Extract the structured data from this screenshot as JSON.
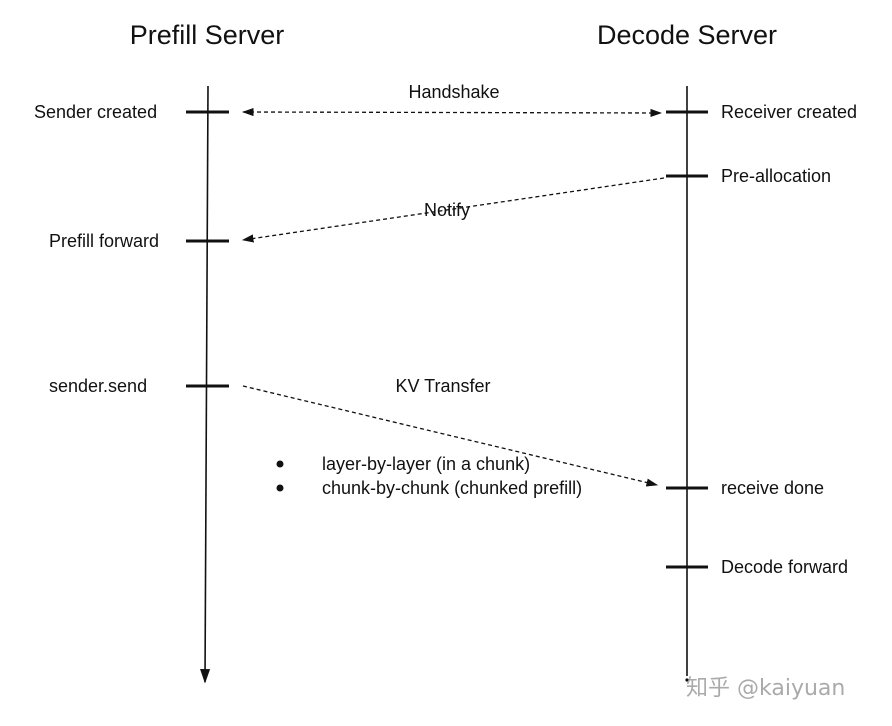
{
  "titles": {
    "prefill_server": "Prefill Server",
    "decode_server": "Decode Server"
  },
  "prefill_events": {
    "sender_created": "Sender created",
    "prefill_forward": "Prefill forward",
    "sender_send": "sender.send"
  },
  "decode_events": {
    "receiver_created": "Receiver created",
    "pre_allocation": "Pre-allocation",
    "receive_done": "receive done",
    "decode_forward": "Decode forward"
  },
  "messages": {
    "handshake": "Handshake",
    "notify": "Notify",
    "kv_transfer": "KV Transfer"
  },
  "transfer_modes": [
    "layer-by-layer (in a chunk)",
    "chunk-by-chunk (chunked prefill)"
  ],
  "watermark": "知乎 @kaiyuan",
  "colors": {
    "line": "#111111",
    "text": "#111111",
    "watermark": "#aaaaaa"
  }
}
